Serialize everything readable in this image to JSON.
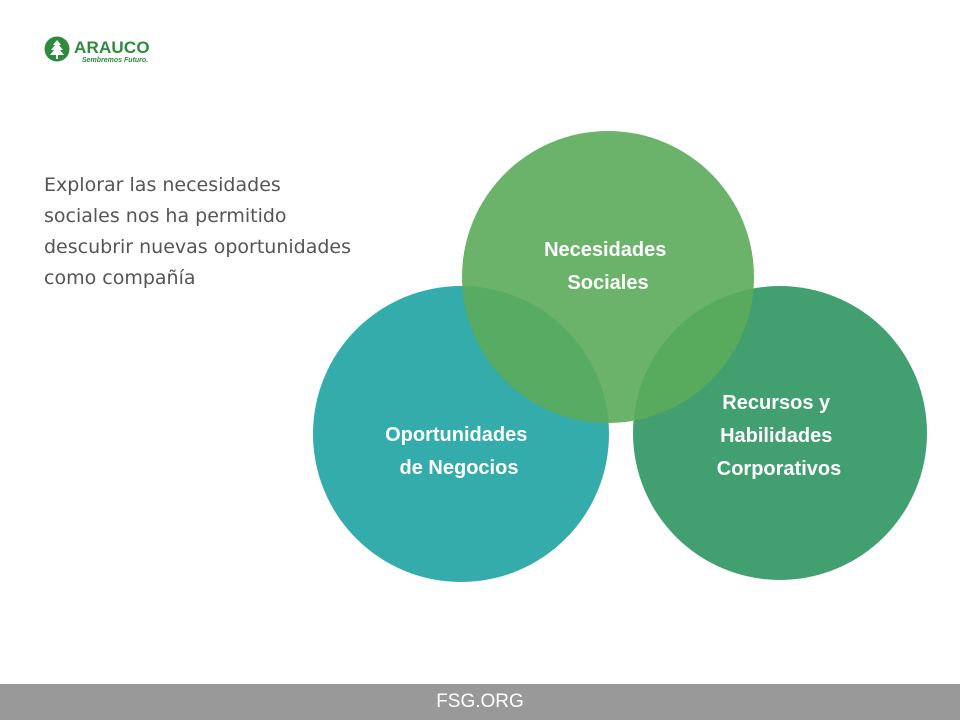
{
  "logo": {
    "brand_name": "ARAUCO",
    "tagline": "Sembremos Futuro.",
    "color": "#2e8b3e"
  },
  "intro": {
    "lines": [
      "Explorar las necesidades",
      "sociales nos ha permitido",
      "descubrir nuevas oportunidades",
      "como compañía"
    ]
  },
  "venn": {
    "circles": [
      {
        "id": "necesidades",
        "label_lines": [
          "Necesidades",
          "Sociales"
        ],
        "color": "#5bab5a"
      },
      {
        "id": "oportunidades",
        "label_lines": [
          "Oportunidades",
          "de Negocios"
        ],
        "color": "#1ea3a3"
      },
      {
        "id": "recursos",
        "label_lines": [
          "Recursos y",
          "Habilidades",
          "Corporativos"
        ],
        "color": "#2e9660"
      }
    ]
  },
  "footer": {
    "text": "FSG.ORG",
    "background": "#999999"
  }
}
